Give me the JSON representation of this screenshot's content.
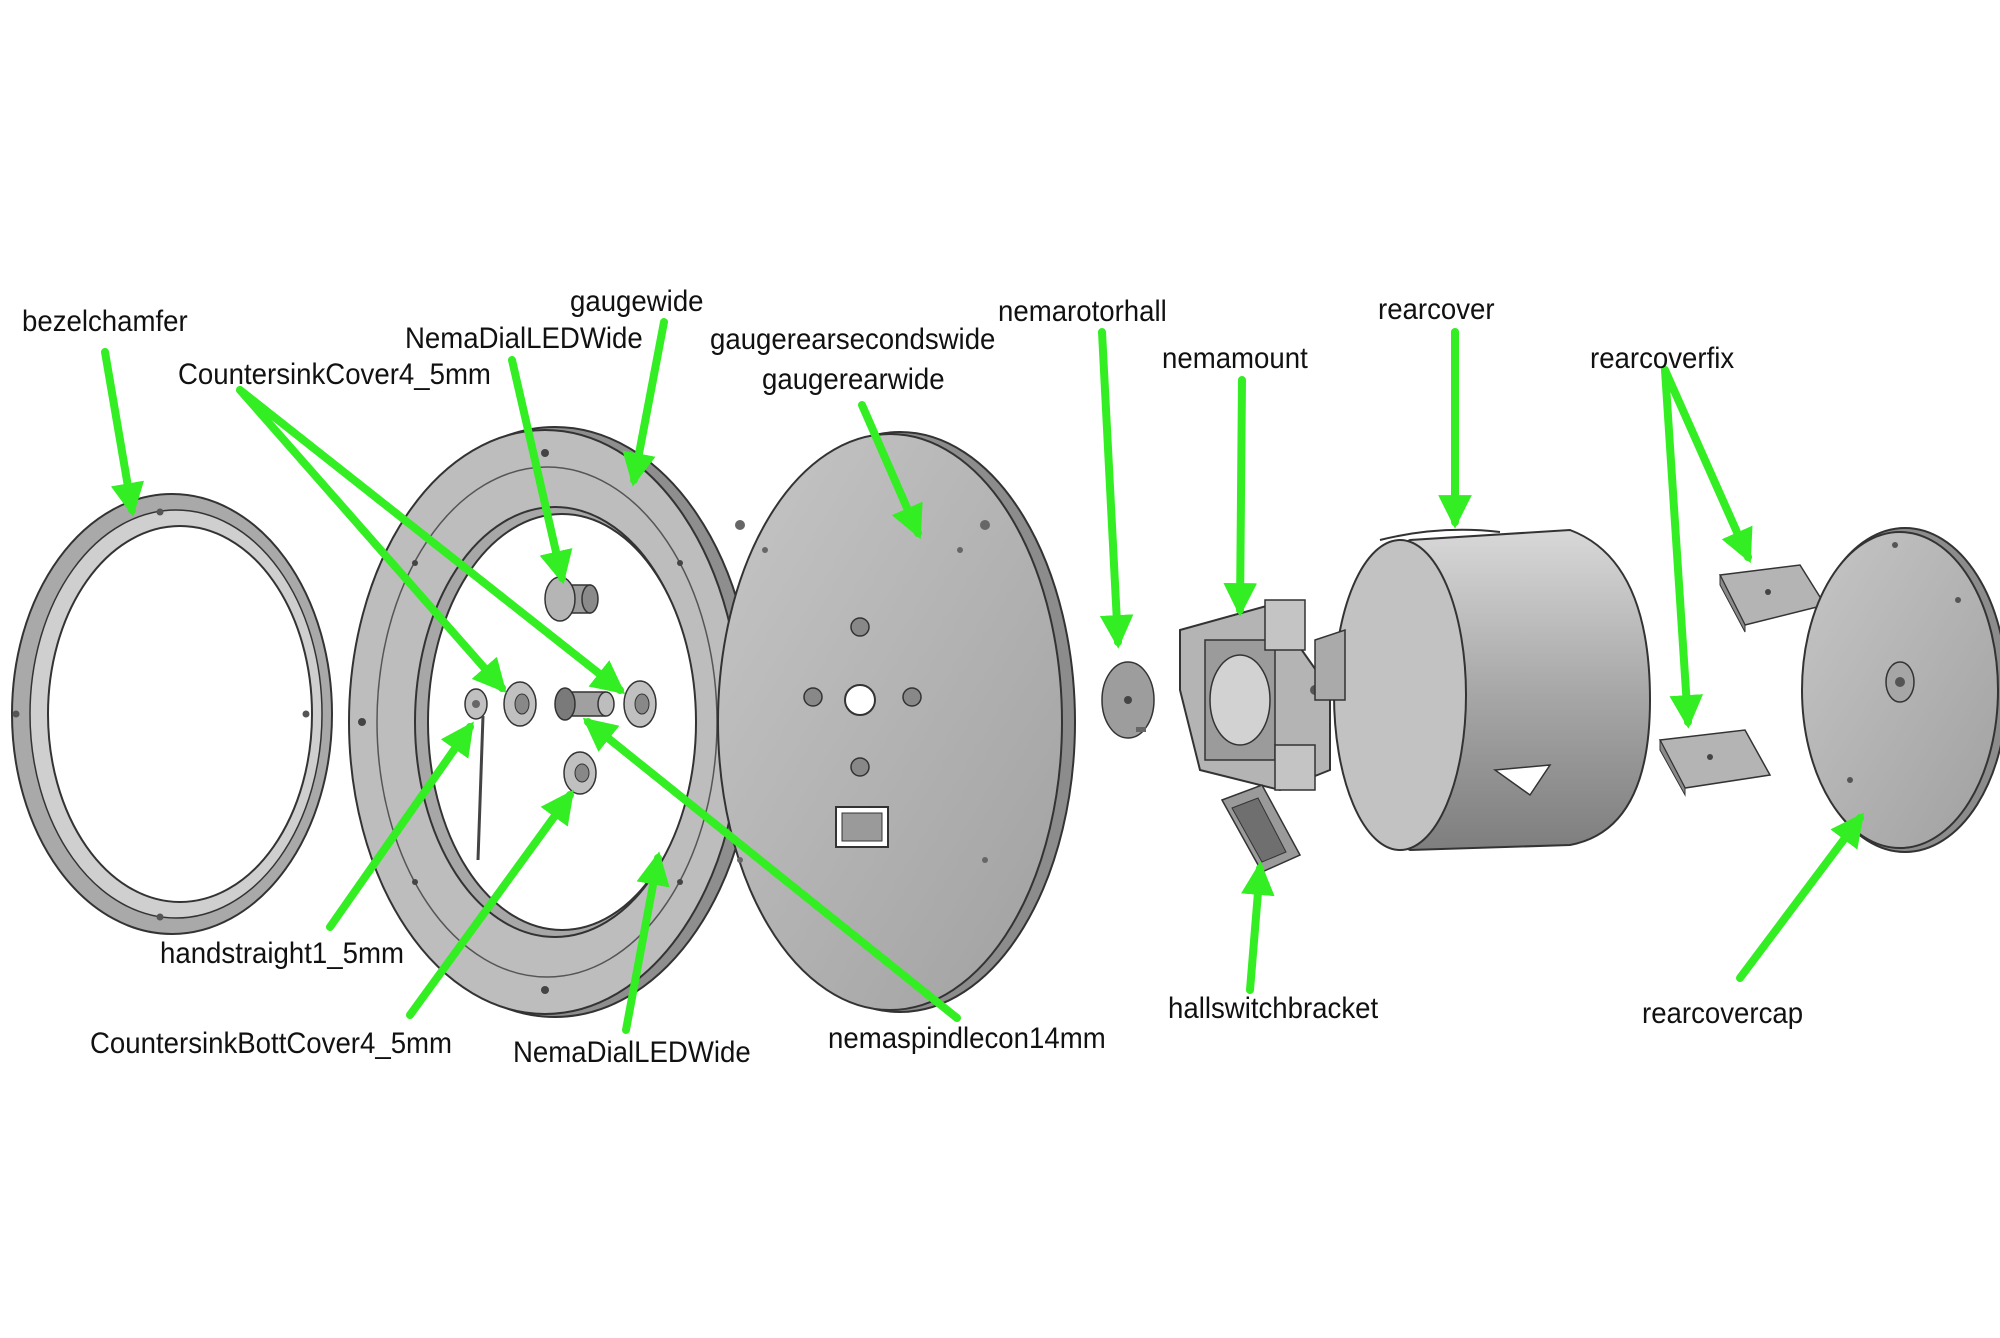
{
  "diagram": {
    "labels": {
      "bezelchamfer": "bezelchamfer",
      "countersink_cover": "CountersinkCover4_5mm",
      "nema_dial_led_wide_top": "NemaDialLEDWide",
      "gaugewide": "gaugewide",
      "gaugerearsecondswide": "gaugerearsecondswide",
      "gaugerearwide": "gaugerearwide",
      "nemarotorhall": "nemarotorhall",
      "nemamount": "nemamount",
      "rearcover": "rearcover",
      "rearcoverfix": "rearcoverfix",
      "handstraight": "handstraight1_5mm",
      "countersink_bott_cover": "CountersinkBottCover4_5mm",
      "nema_dial_led_wide_bottom": "NemaDialLEDWide",
      "nemaspindlecon": "nemaspindlecon14mm",
      "hallswitchbracket": "hallswitchbracket",
      "rearcovercap": "rearcovercap"
    },
    "colors": {
      "arrow": "#33ee22",
      "part_fill": "#b8b8b8",
      "part_dark": "#8a8a8a",
      "part_light": "#d6d6d6",
      "outline": "#333333",
      "text": "#111111"
    }
  }
}
